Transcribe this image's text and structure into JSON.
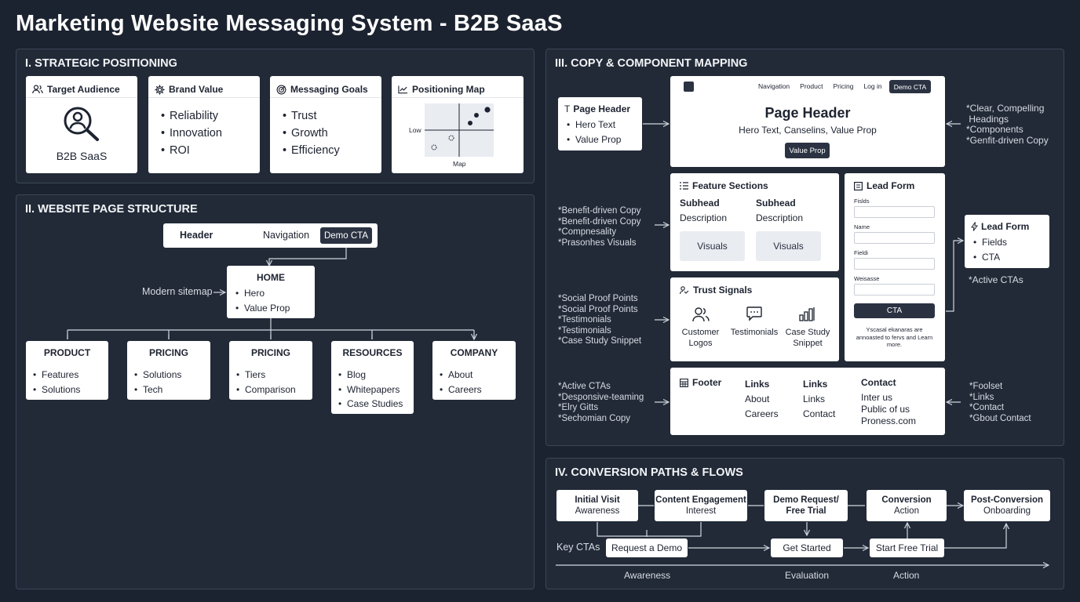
{
  "title": "Marketing Website Messaging System - B2B SaaS",
  "s1": {
    "title": "I. STRATEGIC POSITIONING",
    "audience": {
      "title": "Target Audience",
      "label": "B2B SaaS"
    },
    "brand": {
      "title": "Brand Value",
      "items": [
        "Reliability",
        "Innovation",
        "ROI"
      ]
    },
    "goals": {
      "title": "Messaging Goals",
      "items": [
        "Trust",
        "Growth",
        "Efficiency"
      ]
    },
    "map": {
      "title": "Positioning Map",
      "low": "Low",
      "xlabel": "Map"
    }
  },
  "s2": {
    "title": "II. WEBSITE PAGE STRUCTURE",
    "header": {
      "title": "Header",
      "nav": "Navigation",
      "cta": "Demo CTA"
    },
    "sitemap_label": "Modern sitemap",
    "home": {
      "title": "HOME",
      "items": [
        "Hero",
        "Value Prop"
      ]
    },
    "pages": [
      {
        "title": "PRODUCT",
        "items": [
          "Features",
          "Solutions"
        ]
      },
      {
        "title": "PRICING",
        "items": [
          "Solutions",
          "Tech"
        ]
      },
      {
        "title": "PRICING",
        "items": [
          "Tiers",
          "Comparison"
        ]
      },
      {
        "title": "RESOURCES",
        "items": [
          "Blog",
          "Whitepapers",
          "Case Studies"
        ]
      },
      {
        "title": "COMPANY",
        "items": [
          "About",
          "Careers"
        ]
      }
    ]
  },
  "s3": {
    "title": "III. COPY & COMPONENT MAPPING",
    "page_header_card": {
      "title": "Page Header",
      "items": [
        "Hero Text",
        "Value Prop"
      ]
    },
    "mock_nav": [
      "Navigation",
      "Product",
      "Pricing",
      "Log in"
    ],
    "mock_nav_cta": "Demo CTA",
    "hero": {
      "title": "Page Header",
      "sub": "Hero Text, Canselins, Value Prop",
      "button": "Value Prop"
    },
    "right_notes_1": [
      "*Clear, Compelling",
      " Headings",
      "*Components",
      "*Genfit-driven Copy"
    ],
    "feature": {
      "title": "Feature Sections",
      "cols": [
        {
          "subhead": "Subhead",
          "desc": "Description",
          "visual": "Visuals"
        },
        {
          "subhead": "Subhead",
          "desc": "Description",
          "visual": "Visuals"
        }
      ]
    },
    "left_notes_2": [
      "*Benefit-driven Copy",
      "*Benefit-driven Copy",
      "*Compnesality",
      "*Prasonhes Visuals"
    ],
    "leadform": {
      "title": "Lead Form",
      "fields": [
        "Fislds",
        "Name",
        "Fieldi",
        "Weisasse"
      ],
      "cta": "CTA",
      "note": "Yscasal ekanaras are annoasted to fervs and Learn more."
    },
    "leadform_card": {
      "title": "Lead Form",
      "items": [
        "Fields",
        "CTA"
      ]
    },
    "active_ctas": "*Active CTAs",
    "trust": {
      "title": "Trust Signals",
      "items": [
        "Customer Logos",
        "Testimonials",
        "Case Study Snippet"
      ]
    },
    "left_notes_3": [
      "*Social Proof Points",
      "*Social Proof Points",
      "*Testimonials",
      "*Testimonials",
      "*Case Study Snippet"
    ],
    "footer": {
      "title": "Footer",
      "cols": [
        {
          "head": "Links",
          "items": [
            "About",
            "Careers"
          ]
        },
        {
          "head": "Links",
          "items": [
            "Links",
            "Contact"
          ]
        },
        {
          "head": "Contact",
          "items": [
            "Inter us",
            "Public of us",
            "Proness.com"
          ]
        }
      ]
    },
    "left_notes_4": [
      "*Active CTAs",
      "*Desponsive-teaming",
      "*Elry Gitts",
      "*Sechomian Copy"
    ],
    "right_notes_4": [
      "*Foolset",
      "*Links",
      "*Contact",
      "*Gbout Contact"
    ]
  },
  "s4": {
    "title": "IV. CONVERSION PATHS & FLOWS",
    "steps": [
      {
        "a": "Initial Visit",
        "b": "Awareness"
      },
      {
        "a": "Content Engagement",
        "b": "Interest"
      },
      {
        "a": "Demo Request/",
        "b": "Free Trial"
      },
      {
        "a": "Conversion",
        "b": "Action"
      },
      {
        "a": "Post-Conversion",
        "b": "Onboarding"
      }
    ],
    "key_ctas": "Key CTAs",
    "ctas": [
      "Request a Demo",
      "Get Started",
      "Start Free Trial"
    ],
    "stages": [
      "Awareness",
      "Evaluation",
      "Action"
    ]
  },
  "colors": {
    "bg": "#1c2330",
    "panel": "#222a37",
    "dark_button": "#2b3342"
  }
}
